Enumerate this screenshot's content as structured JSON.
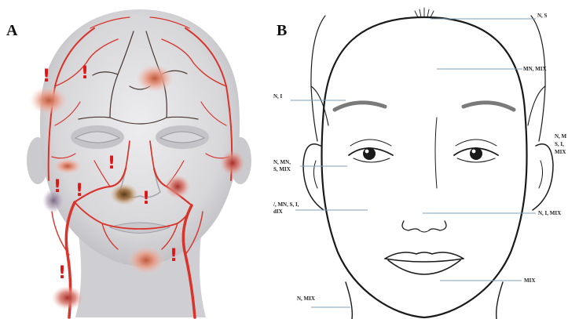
{
  "panels": {
    "a": {
      "letter": "A",
      "warning_symbol": "!",
      "warning_count": 8,
      "colors": {
        "artery": "#d9332b",
        "warning": "#e01414",
        "skin": "#d9d9dc"
      }
    },
    "b": {
      "letter": "B",
      "annotations": [
        {
          "id": "hairline",
          "text": "N, S"
        },
        {
          "id": "forehead",
          "text": "MN, MIX"
        },
        {
          "id": "brow",
          "text": "N, I"
        },
        {
          "id": "ear-right-1",
          "text": "N, M"
        },
        {
          "id": "ear-right-2",
          "text": "S, I,"
        },
        {
          "id": "ear-right-3",
          "text": "MIX"
        },
        {
          "id": "eye-left-1",
          "text": "N, MN,"
        },
        {
          "id": "eye-left-2",
          "text": "S, MIX"
        },
        {
          "id": "cheek-left-1",
          "text": "/, MN, S, I,"
        },
        {
          "id": "cheek-left-2",
          "text": "dIX"
        },
        {
          "id": "nose",
          "text": "N, I, MIX"
        },
        {
          "id": "chin",
          "text": "MIX"
        },
        {
          "id": "neck",
          "text": "N, MIX"
        }
      ]
    }
  }
}
